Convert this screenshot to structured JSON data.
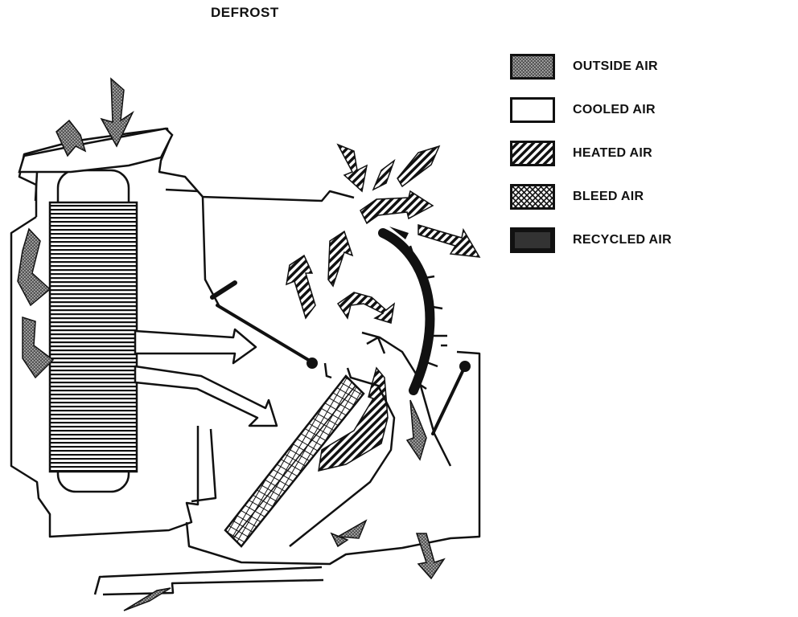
{
  "title": "DEFROST",
  "legend": [
    {
      "label": "OUTSIDE AIR",
      "pattern": "outside-air-pattern"
    },
    {
      "label": "COOLED AIR",
      "pattern": "cooled-air-pattern"
    },
    {
      "label": "HEATED AIR",
      "pattern": "heated-air-pattern"
    },
    {
      "label": "BLEED AIR",
      "pattern": "bleed-air-pattern"
    },
    {
      "label": "RECYCLED AIR",
      "pattern": "recycled-air-pattern"
    }
  ],
  "colors": {
    "ink": "#111111",
    "background": "#ffffff"
  }
}
